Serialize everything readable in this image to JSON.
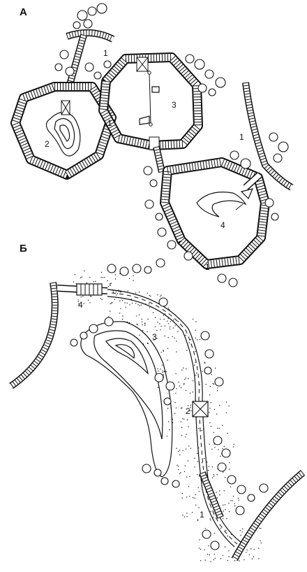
{
  "panels": [
    {
      "title": "А",
      "labels": [
        "1",
        "2",
        "1",
        "3",
        "1",
        "4",
        "1"
      ]
    },
    {
      "title": "Б",
      "labels": [
        "4",
        "3",
        "2",
        "1"
      ]
    }
  ]
}
